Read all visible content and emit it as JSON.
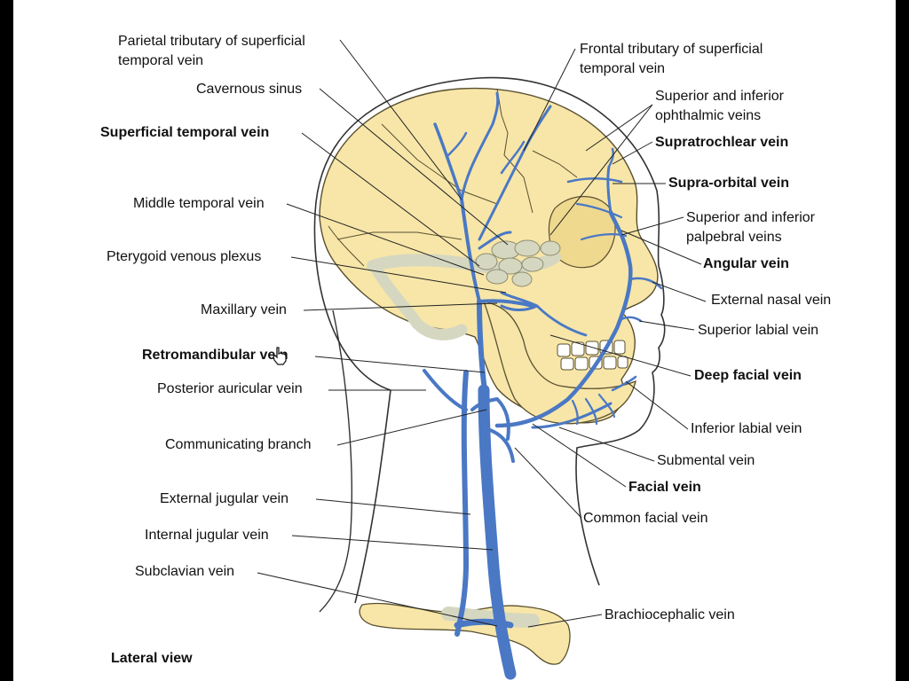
{
  "labels": {
    "parietal": "Parietal tributary of superficial\ntemporal vein",
    "cavernous": "Cavernous sinus",
    "superficial_temporal": "Superficial temporal vein",
    "middle_temporal": "Middle temporal vein",
    "pterygoid": "Pterygoid venous plexus",
    "maxillary": "Maxillary vein",
    "retromandibular": "Retromandibular vein",
    "posterior_auricular": "Posterior auricular vein",
    "communicating": "Communicating branch",
    "external_jugular": "External jugular vein",
    "internal_jugular": "Internal jugular vein",
    "subclavian": "Subclavian vein",
    "frontal": "Frontal tributary of superficial\ntemporal vein",
    "ophthalmic": "Superior and inferior\nophthalmic veins",
    "supratrochlear": "Supratrochlear vein",
    "supraorbital": "Supra-orbital vein",
    "palpebral": "Superior and inferior\npalpebral veins",
    "angular": "Angular vein",
    "external_nasal": "External nasal vein",
    "superior_labial": "Superior labial vein",
    "deep_facial": "Deep facial vein",
    "inferior_labial": "Inferior labial vein",
    "submental": "Submental vein",
    "facial": "Facial vein",
    "common_facial": "Common facial vein",
    "brachiocephalic": "Brachiocephalic vein"
  },
  "caption": "Lateral view",
  "colors": {
    "vein": "#4a78c4",
    "vein_outline": "#2a4f8c",
    "bone": "#f7e6a8",
    "bone_outline": "#5a5030",
    "sinus": "#d6d7c0",
    "leader": "#222222"
  }
}
